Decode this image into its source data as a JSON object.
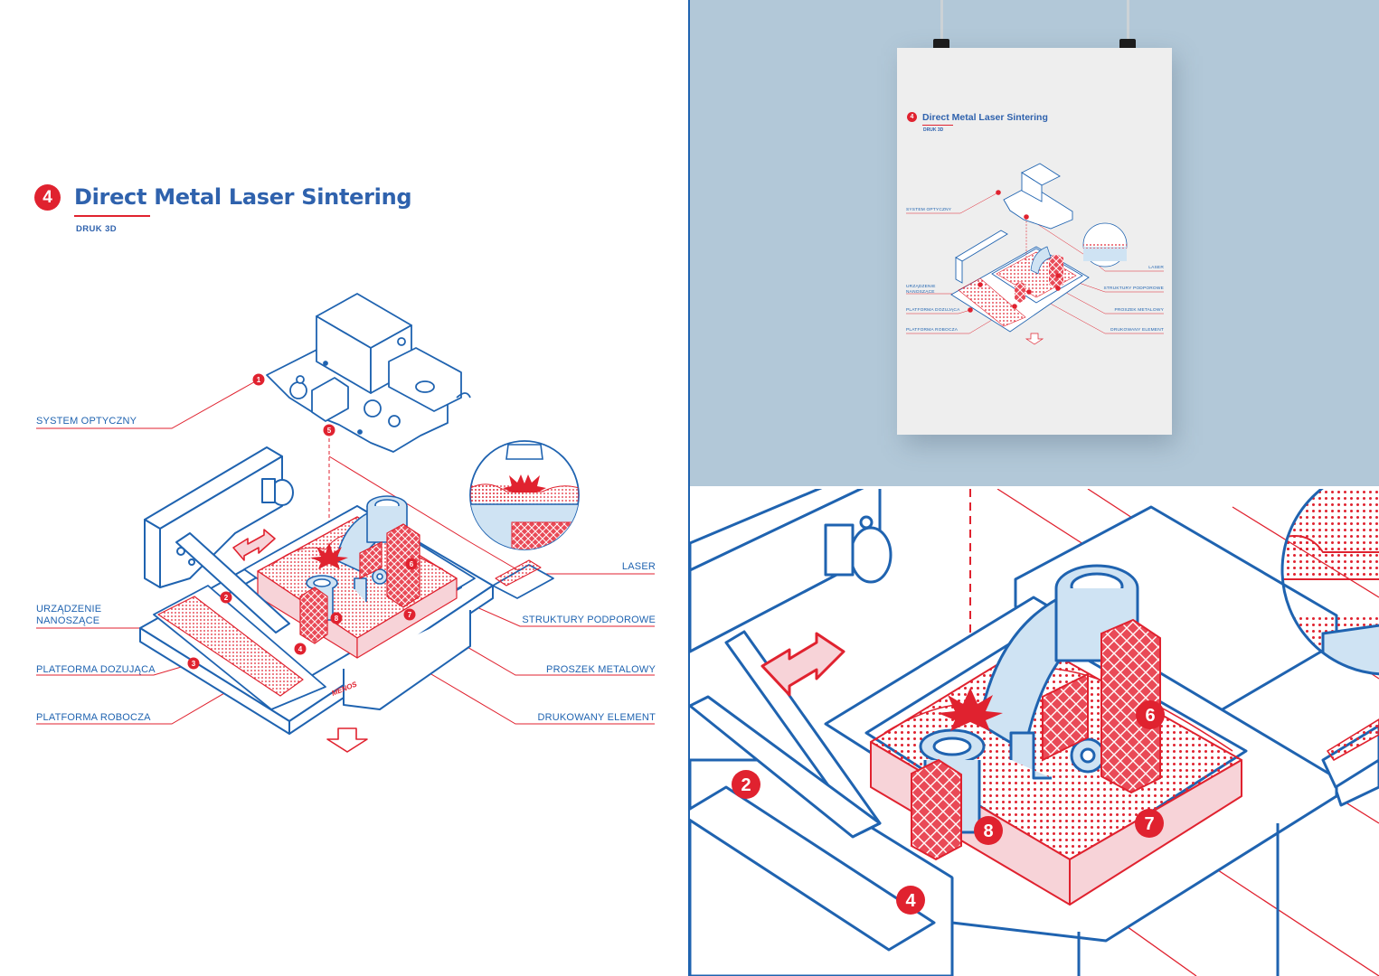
{
  "title": {
    "number": "4",
    "text": "Direct Metal Laser Sintering",
    "subtitle": "DRUK 3D"
  },
  "callouts": [
    {
      "id": "system-optyczny",
      "text": "SYSTEM OPTYCZNY"
    },
    {
      "id": "urzadzenie",
      "text": "URZĄDZENIE\nNANOSZĄCE"
    },
    {
      "id": "platforma-dozujaca",
      "text": "PLATFORMA DOZUJĄCA"
    },
    {
      "id": "platforma-robocza",
      "text": "PLATFORMA ROBOCZA"
    },
    {
      "id": "laser",
      "text": "LASER"
    },
    {
      "id": "struktury",
      "text": "STRUKTURY PODPOROWE"
    },
    {
      "id": "proszek",
      "text": "PROSZEK METALOWY"
    },
    {
      "id": "drukowany",
      "text": "DRUKOWANY ELEMENT"
    }
  ],
  "markers": [
    "1",
    "2",
    "3",
    "4",
    "5",
    "6",
    "7",
    "8"
  ],
  "brand_mark": "MENOS",
  "colors": {
    "blue": "#1f63b0",
    "red": "#e0222f",
    "light_blue_fill": "#cfe3f3",
    "pink_fill": "#f7d3d8",
    "wall": "#b2c8d8"
  }
}
